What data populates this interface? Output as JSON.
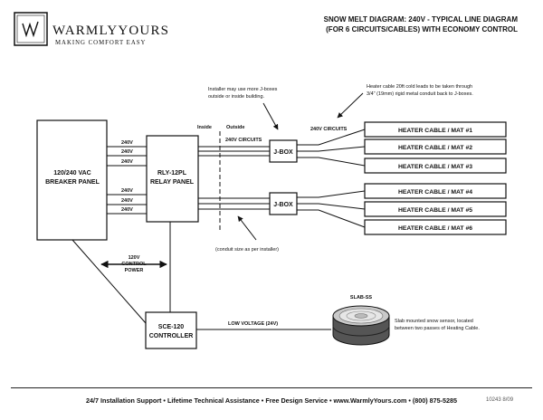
{
  "logo": {
    "name": "WARMLYYOURS",
    "tagline": "MAKING COMFORT EASY"
  },
  "title": {
    "line1": "SNOW MELT DIAGRAM: 240V - TYPICAL LINE DIAGRAM",
    "line2": "(FOR 6 CIRCUITS/CABLES) WITH ECONOMY CONTROL"
  },
  "notes": {
    "jbox_note_1": "Installer may use more J-boxes",
    "jbox_note_2": "outside or inside building.",
    "cable_note_1": "Heater cable 20ft cold leads to be taken through",
    "cable_note_2": "3/4\" (19mm) rigid metal conduit back to J-boxes.",
    "conduit_note": "(conduit size as per installer)",
    "sensor_note_1": "Slab mounted snow sensor, located",
    "sensor_note_2": "between two passes of Heating Cable."
  },
  "labels": {
    "inside": "Inside",
    "outside": "Outside",
    "circuits_240v_a": "240V CIRCUITS",
    "circuits_240v_b": "240V CIRCUITS",
    "v240": [
      "240V",
      "240V",
      "240V",
      "240V",
      "240V",
      "240V"
    ],
    "control_power_1": "120V",
    "control_power_2": "CONTROL",
    "control_power_3": "POWER",
    "low_voltage": "LOW VOLTAGE (24V)",
    "sensor_name": "SLAB-SS"
  },
  "components": {
    "breaker_1": "120/240 VAC",
    "breaker_2": "BREAKER PANEL",
    "relay_1": "RLY-12PL",
    "relay_2": "RELAY PANEL",
    "jbox_top": "J-BOX",
    "jbox_bottom": "J-BOX",
    "controller_1": "SCE-120",
    "controller_2": "CONTROLLER"
  },
  "heater_cables": [
    "HEATER CABLE / MAT #1",
    "HEATER CABLE / MAT #2",
    "HEATER CABLE / MAT #3",
    "HEATER CABLE / MAT #4",
    "HEATER CABLE / MAT #5",
    "HEATER CABLE / MAT #6"
  ],
  "footer": {
    "text": "24/7 Installation Support • Lifetime Technical Assistance • Free Design Service • www.WarmlyYours.com • (800) 875-5285",
    "code": "10243 8/09"
  }
}
